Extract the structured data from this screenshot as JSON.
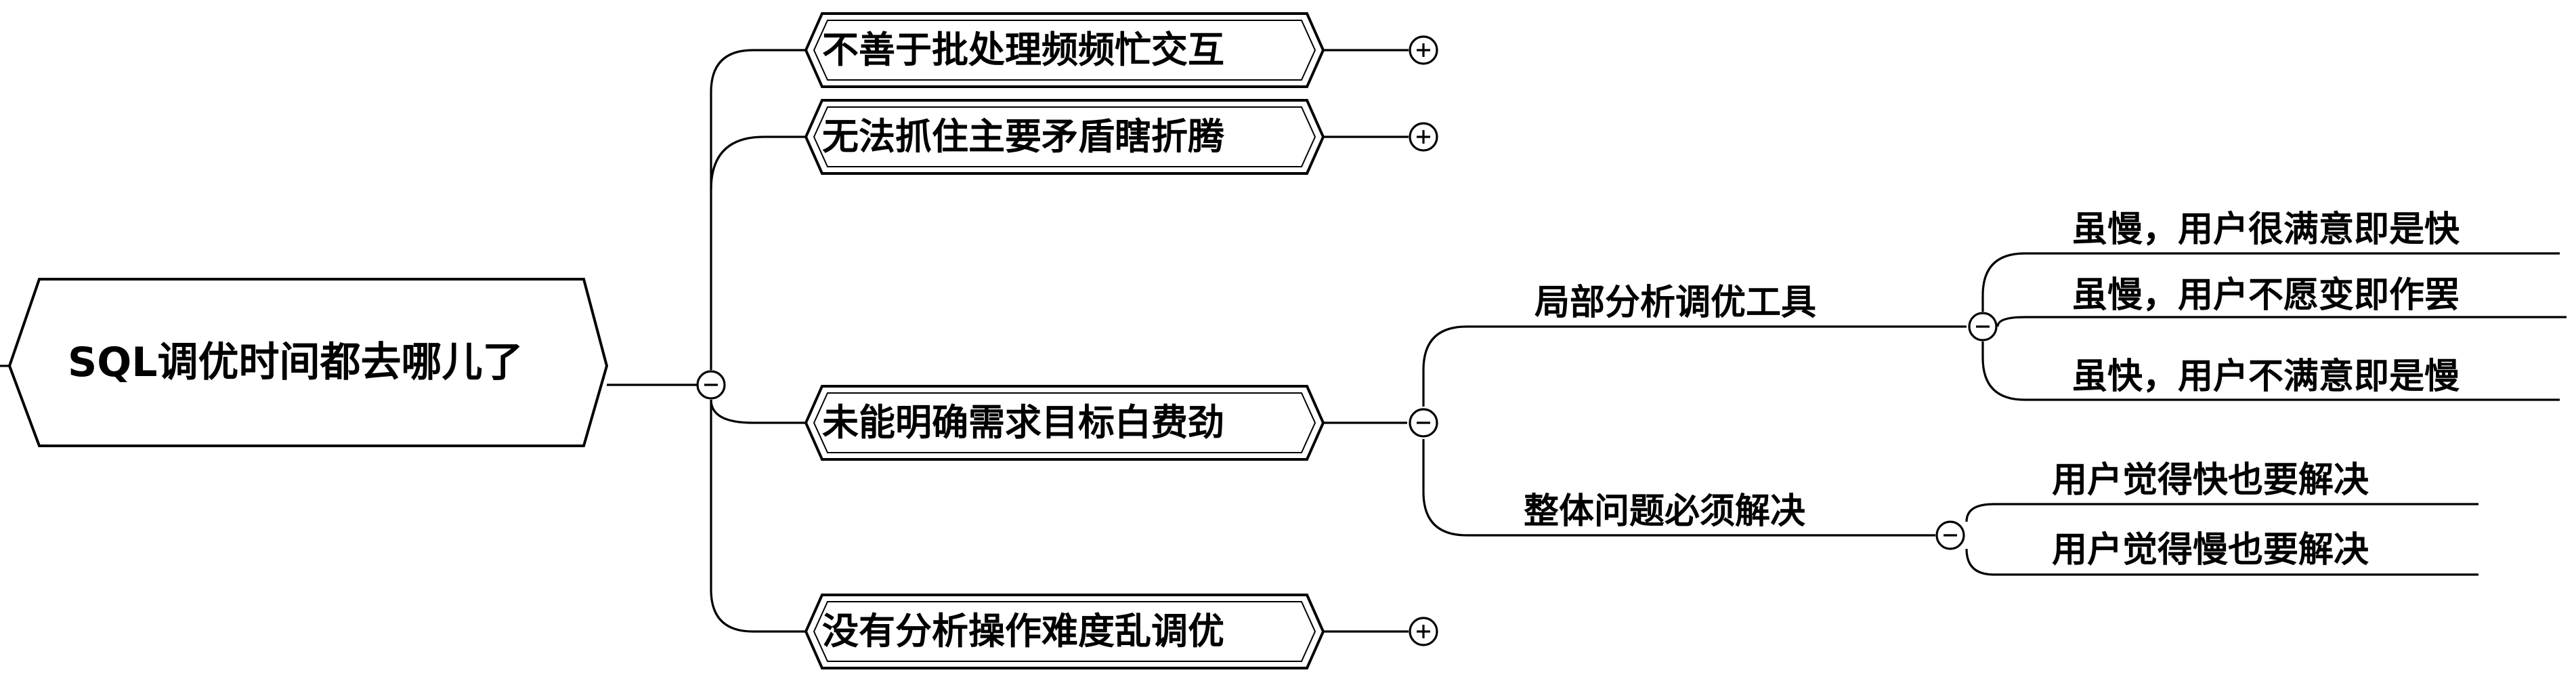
{
  "central": {
    "text": "SQL调优时间都去哪儿了",
    "toggle": "collapse"
  },
  "branches": [
    {
      "text": "不善于批处理频频忙交互",
      "toggle": "expand"
    },
    {
      "text": "无法抓住主要矛盾瞎折腾",
      "toggle": "expand"
    },
    {
      "text": "未能明确需求目标白费劲",
      "toggle": "collapse",
      "children": [
        {
          "text": "局部分析调优工具",
          "toggle": "collapse",
          "children": [
            {
              "text": "虽慢，用户很满意即是快"
            },
            {
              "text": "虽慢，用户不愿变即作罢"
            },
            {
              "text": "虽快，用户不满意即是慢"
            }
          ]
        },
        {
          "text": "整体问题必须解决",
          "toggle": "collapse",
          "children": [
            {
              "text": "用户觉得快也要解决"
            },
            {
              "text": "用户觉得慢也要解决"
            }
          ]
        }
      ]
    },
    {
      "text": "没有分析操作难度乱调优",
      "toggle": "expand"
    }
  ]
}
